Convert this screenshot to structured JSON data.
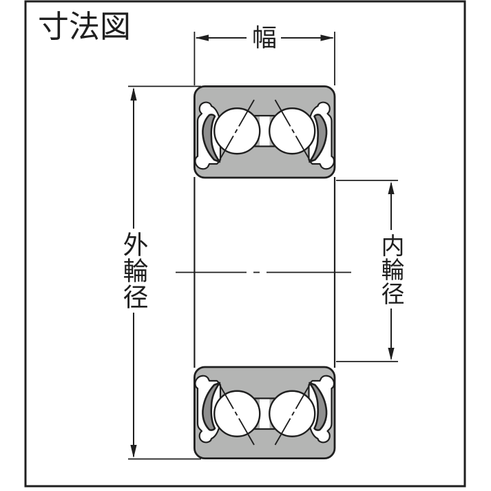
{
  "title": "寸法図",
  "dimension_labels": {
    "width": "幅",
    "outer_ring_diameter": "外輪径",
    "inner_ring_diameter": "内輪径"
  },
  "diagram": {
    "type": "bearing-cross-section",
    "description": "double-row sealed ball bearing dimension drawing",
    "sections": [
      "top",
      "bottom"
    ],
    "balls_per_section": 2
  },
  "colors": {
    "background": "#ffffff",
    "line": "#1f1f1f",
    "ring_fill": "#b4b5b4",
    "seal_fill": "#8f8f8f",
    "ball_fill": "#ffffff"
  }
}
